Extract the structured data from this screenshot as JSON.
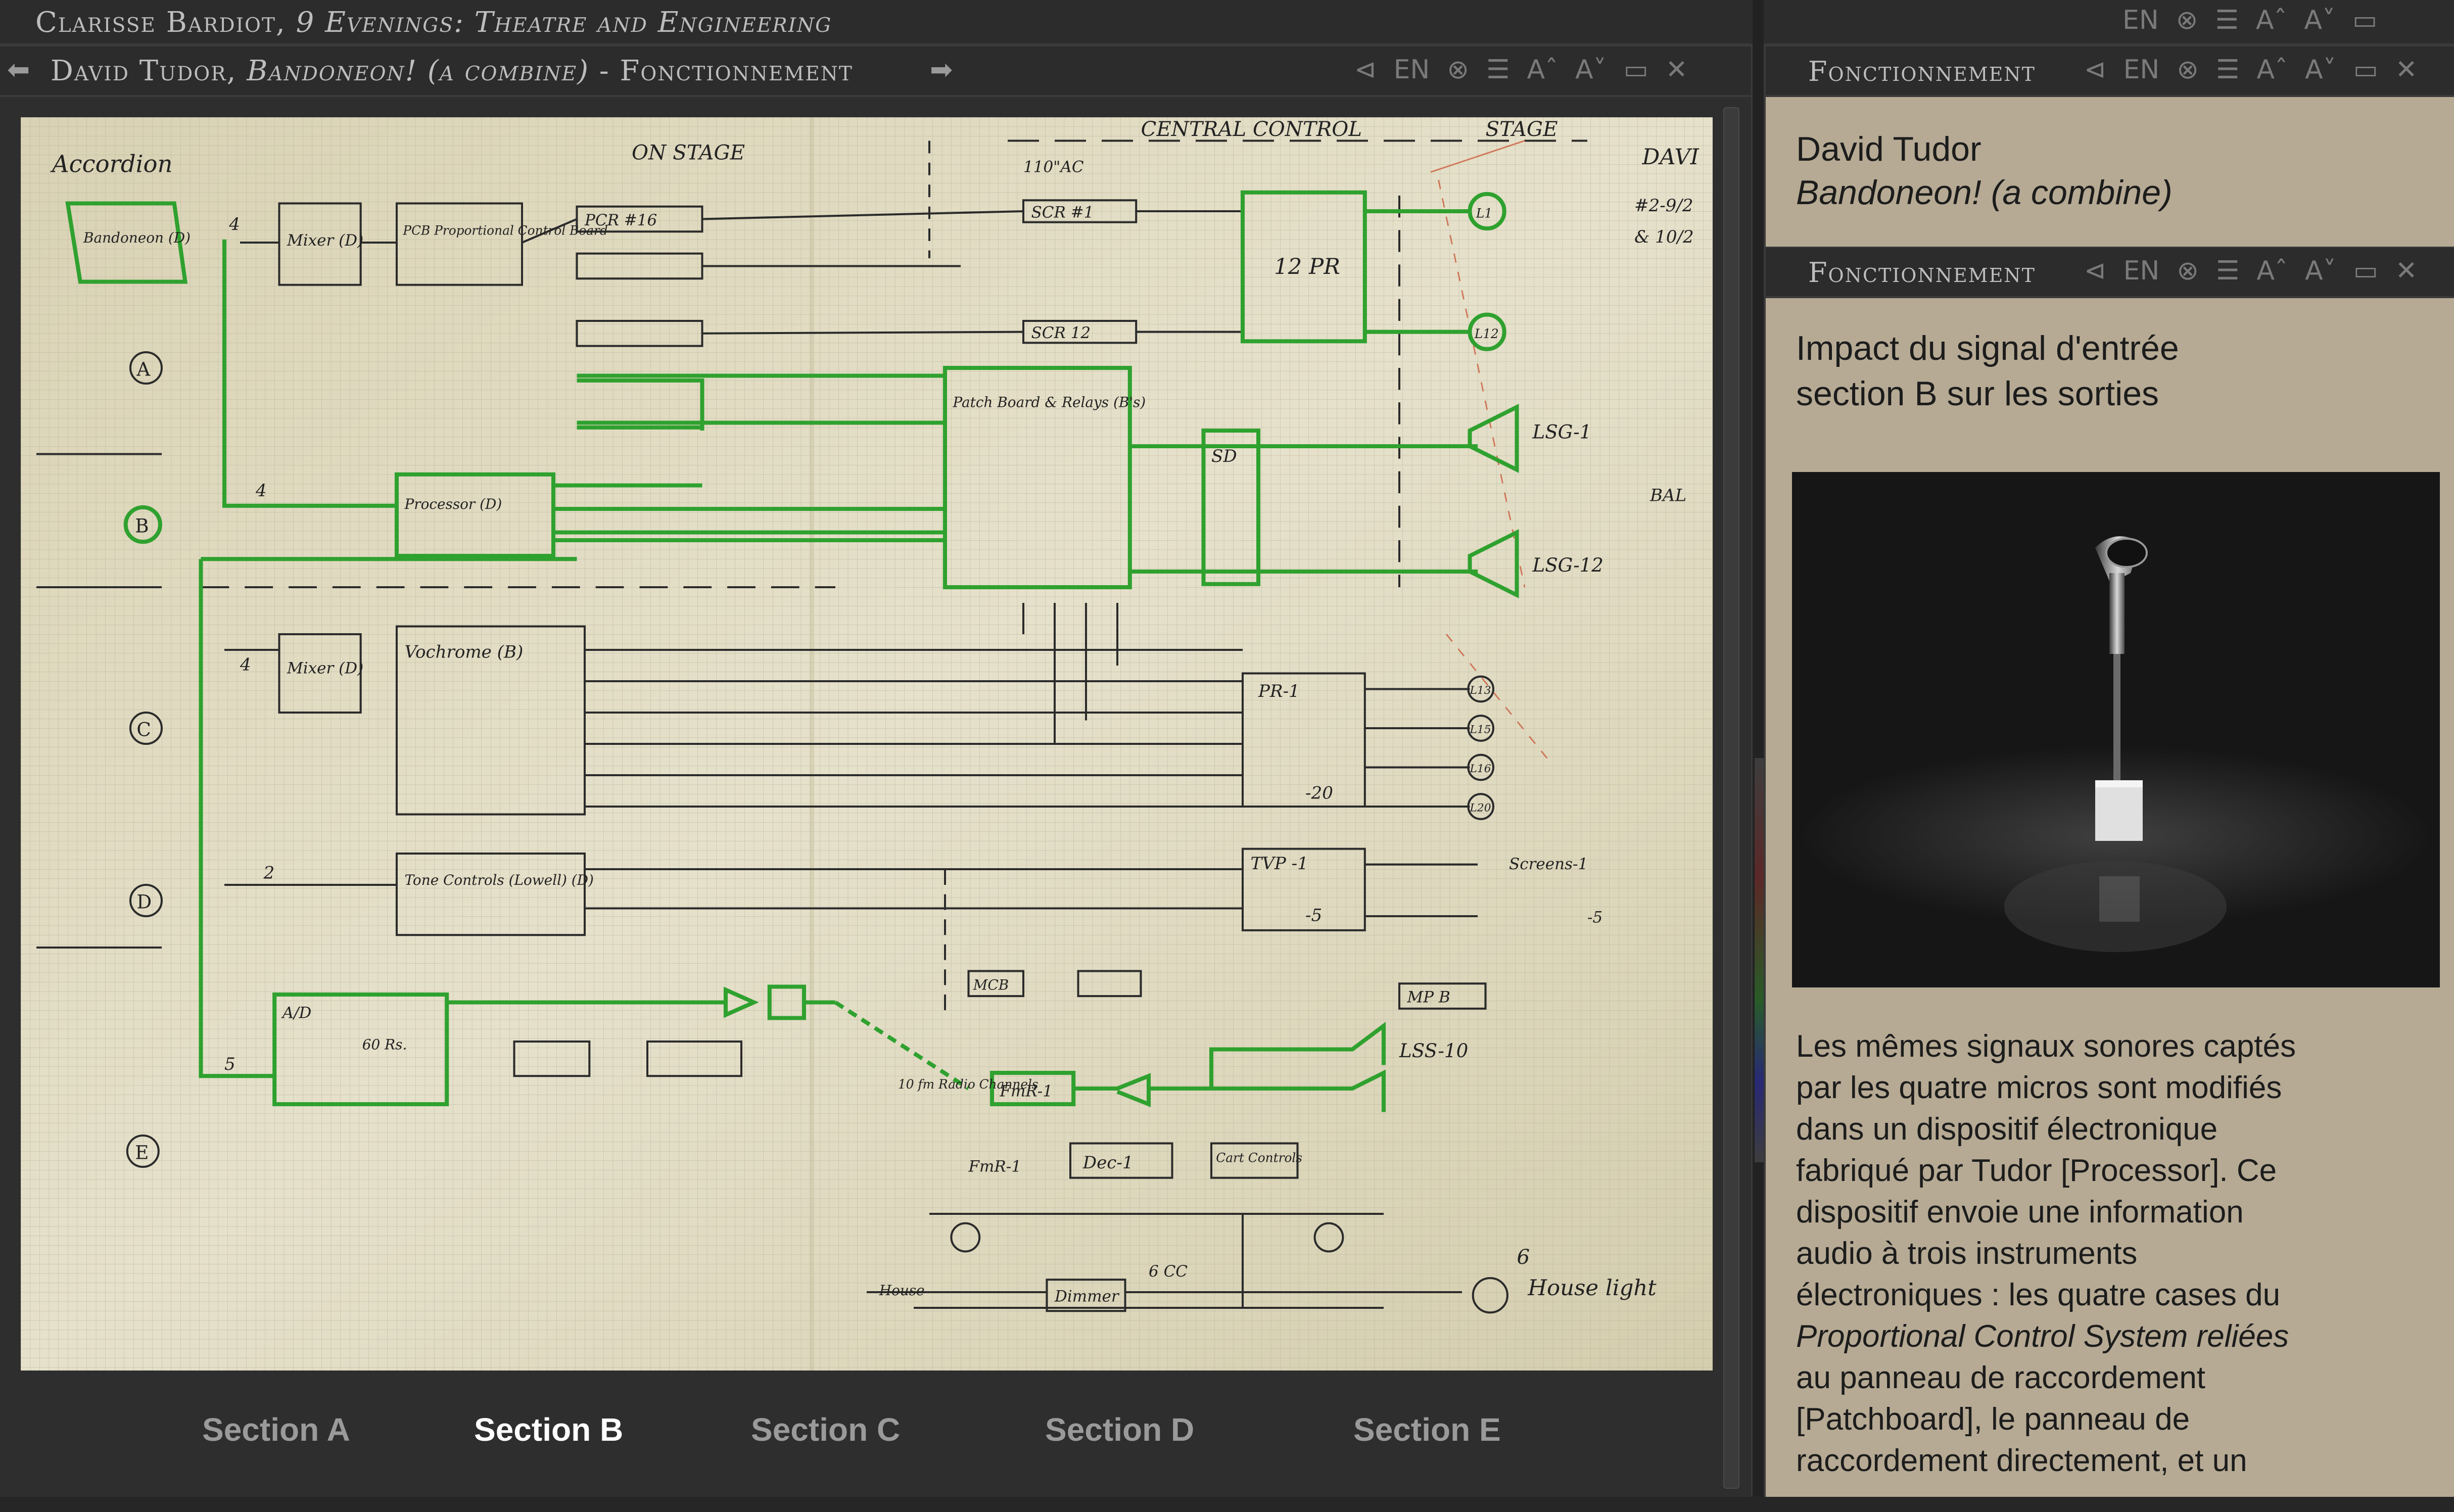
{
  "app_bar": {
    "title_author": "Clarisse Bardiot,",
    "title_work": "9 Evenings: Theatre and Engineering",
    "icons": [
      "EN",
      "link-icon",
      "layers-icon",
      "font-increase-icon",
      "font-decrease-icon",
      "window-icon"
    ]
  },
  "doc_bar": {
    "author": "David Tudor,",
    "work": "Bandoneon! (a combine)",
    "section": "- Fonctionnement",
    "lang": "EN"
  },
  "panel_bar": {
    "title": "Fonctionnement",
    "lang": "EN"
  },
  "panel_work": {
    "author": "David Tudor",
    "work": "Bandoneon! (a combine)"
  },
  "panel_content": {
    "heading_line1": "Impact du signal d'entrée",
    "heading_line2": "section B sur les sorties",
    "body_lines": [
      "Les mêmes signaux sonores captés",
      "par les quatre micros sont modifiés",
      "dans un dispositif électronique",
      "fabriqué par Tudor [Processor]. Ce",
      "dispositif envoie une information",
      "audio à trois instruments",
      "électroniques : les quatre cases du",
      "Proportional Control System  reliées",
      " au panneau de raccordement",
      "[Patchboard], le panneau de",
      "raccordement directement, et un"
    ]
  },
  "tabs": [
    {
      "label": "Section A",
      "active": false
    },
    {
      "label": "Section B",
      "active": true
    },
    {
      "label": "Section C",
      "active": false
    },
    {
      "label": "Section D",
      "active": false
    },
    {
      "label": "Section E",
      "active": false
    }
  ],
  "diagram": {
    "left_label": "Accordion",
    "onstage": "ON STAGE",
    "central_control": "CENTRAL CONTROL",
    "stage": "STAGE",
    "row_markers": [
      "A",
      "B",
      "C",
      "D",
      "E"
    ],
    "boxes": {
      "bandoneon": "Bandoneon (D)",
      "mixer1": "Mixer (D)",
      "pcb": "PCB Proportional Control Board",
      "pcr16": "PCR #16",
      "scr1": "SCR #1",
      "scr12": "SCR 12",
      "twelve_pr": "12 PR",
      "patch": "Patch Board & Relays (B's)",
      "sd": "SD",
      "processor": "Processor (D)",
      "mixer2": "Mixer (D)",
      "vochrome": "Vochrome (B)",
      "tone": "Tone Controls (Lowell) (D)",
      "pr1": "PR-1",
      "pr20": "-20",
      "tvp": "TVP -1",
      "tv5": "-5",
      "ad": "A/D",
      "mcb": "MCB",
      "mpb": "MP B",
      "fmr1": "FmR-1",
      "fmr1b": "FmR-1",
      "dec1": "Dec-1",
      "controls": "Cart Controls",
      "dimmer": "Dimmer"
    },
    "notes": {
      "ac110": "110\"AC",
      "lsg1": "LSG-1",
      "lsg12": "LSG-12",
      "lss10": "LSS-10",
      "screens": "Screens-1",
      "screens5": "-5",
      "house": "House",
      "houselight": "House light",
      "radio": "10 fm Radio Channels",
      "cc": "6 CC",
      "six": "6",
      "bal": "BAL",
      "dav": "DAVI",
      "date": "#2-9/2",
      "rev": "& 10/2",
      "dec": "60 Rs."
    },
    "input_numbers": [
      "4",
      "4",
      "4",
      "2",
      "5"
    ],
    "outputs_pr": [
      "L1",
      "L12"
    ],
    "outputs_c": [
      "L13",
      "L15",
      "L16",
      "L20"
    ]
  }
}
